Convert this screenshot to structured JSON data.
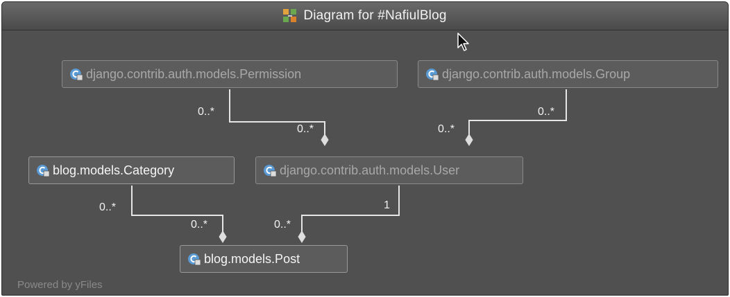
{
  "window": {
    "title": "Diagram for #NafiulBlog",
    "title_icon": "diagram-icon",
    "footer": "Powered by yFiles"
  },
  "colors": {
    "canvas": "#505050",
    "node_fill": "#5c5c5c",
    "node_border": "#8a8a8a",
    "edge": "#e6e6e6",
    "class_icon": "#5b9bd5"
  },
  "nodes": {
    "permission": {
      "label": "django.contrib.auth.models.Permission",
      "icon": "class-icon"
    },
    "group": {
      "label": "django.contrib.auth.models.Group",
      "icon": "class-icon"
    },
    "category": {
      "label": "blog.models.Category",
      "icon": "class-icon"
    },
    "user": {
      "label": "django.contrib.auth.models.User",
      "icon": "class-icon"
    },
    "post": {
      "label": "blog.models.Post",
      "icon": "class-icon"
    }
  },
  "edges": {
    "permission_user": {
      "source_label": "0..*",
      "target_label": "0..*"
    },
    "group_user": {
      "source_label": "0..*",
      "target_label": "0..*"
    },
    "category_post": {
      "source_label": "0..*",
      "target_label": "0..*"
    },
    "user_post": {
      "source_label": "1",
      "target_label": "0..*"
    }
  }
}
